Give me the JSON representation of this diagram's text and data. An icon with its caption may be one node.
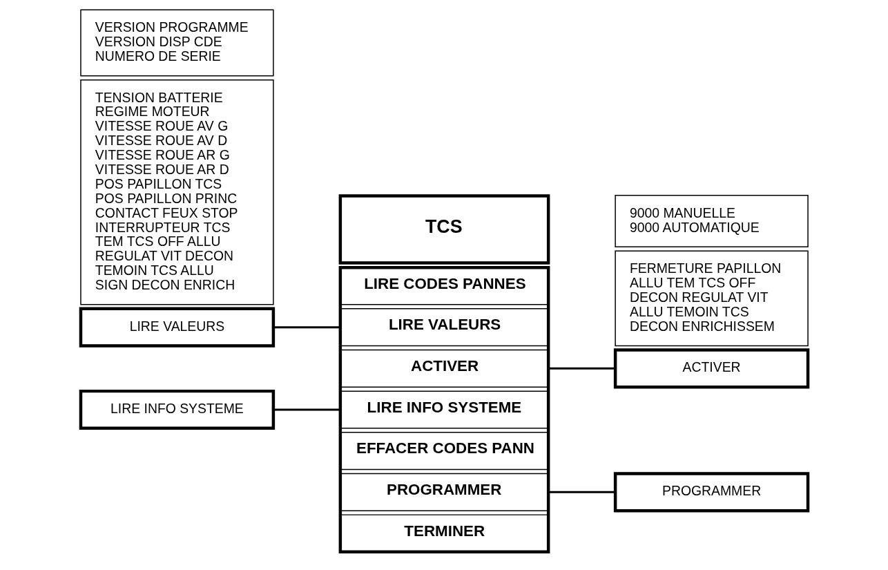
{
  "diagram": {
    "nodes": [
      {
        "text": [
          "LIRE VALEURS"
        ]
      },
      {
        "text": [
          "TENSION BATTERIE",
          "REGIME MOTEUR",
          "VITESSE ROUE AV G",
          "VITESSE ROUE AV D",
          "VITESSE ROUE AR G",
          "VITESSE ROUE AR D",
          "POS PAPILLON TCS",
          "POS PAPILLON PRINC",
          "CONTACT FEUX STOP",
          "INTERRUPTEUR TCS",
          "TEM TCS OFF ALLU",
          "REGULAT VIT DECON",
          "TEMOIN TCS ALLU",
          "SIGN DECON ENRICH"
        ]
      },
      {
        "text": [
          "TCS"
        ]
      },
      {
        "text": [],
        "shape": "box"
      },
      {
        "text": [
          "LIRE CODES PANNES"
        ],
        "in": 3
      },
      {
        "text": [
          "LIRE VALEURS"
        ],
        "in": 3
      },
      {
        "text": [
          "ACTIVER"
        ],
        "in": 3
      },
      {
        "text": [
          "LIRE INFO SYSTEME"
        ],
        "in": 3
      },
      {
        "text": [
          "EFFACER CODES PANN"
        ],
        "in": 3
      },
      {
        "text": [
          "PROGRAMMER"
        ],
        "in": 3
      },
      {
        "text": [
          "TERMINER"
        ],
        "in": 3
      },
      {
        "text": [
          "ACTIVER"
        ]
      },
      {
        "text": [
          "FERMETURE PAPILLON",
          "ALLU TEM TCS OFF",
          "DECON REGULAT VIT",
          "ALLU TEMOIN TCS",
          "DECON ENRICHISSEM"
        ]
      },
      {
        "text": [
          "LIRE INFO SYSTEME"
        ]
      },
      {
        "text": [
          "VERSION PROGRAMME",
          "VERSION DISP CDE",
          "NUMERO DE SERIE"
        ]
      },
      {
        "text": [
          "PROGRAMMER"
        ]
      },
      {
        "text": [
          "9000 MANUELLE",
          "9000 AUTOMATIQUE"
        ]
      }
    ],
    "edges": [
      {
        "from": 0,
        "to": 5,
        "arrow": "none"
      },
      {
        "from": 6,
        "to": 11,
        "arrow": "none"
      },
      {
        "from": 13,
        "to": 7,
        "arrow": "none"
      },
      {
        "from": 9,
        "to": 15,
        "arrow": "none"
      }
    ]
  }
}
